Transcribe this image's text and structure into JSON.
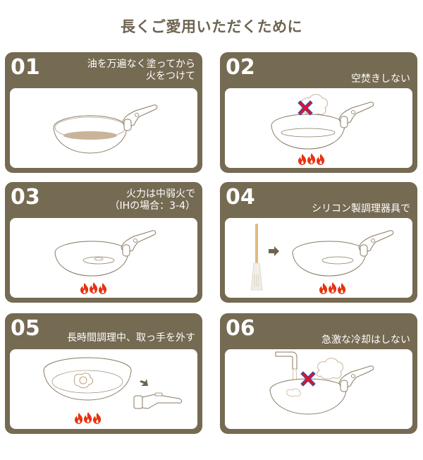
{
  "page": {
    "title": "長くご愛用いただくために"
  },
  "colors": {
    "card_brown": "#756a52",
    "title_brown": "#6e6450",
    "pan_line": "#8a7a62",
    "oil": "#c9b49a",
    "flame_red": "#e8320f",
    "x_red": "#e8102a",
    "x_outline": "#2a4fb0"
  },
  "cards": [
    {
      "number": "01",
      "caption": "油を万遍なく塗ってから\n火をつけて",
      "illustration": "pan-with-oil"
    },
    {
      "number": "02",
      "caption": "空焚きしない",
      "illustration": "empty-pan-on-flame-with-x"
    },
    {
      "number": "03",
      "caption": "火力は中弱火で\n（IHの場合：3-4）",
      "illustration": "pan-on-low-flame"
    },
    {
      "number": "04",
      "caption": "シリコン製調理器具で",
      "illustration": "silicone-spatula-arrow-pan"
    },
    {
      "number": "05",
      "caption": "長時間調理中、取っ手を外す",
      "illustration": "pan-with-egg-handle-removed"
    },
    {
      "number": "06",
      "caption": "急激な冷却はしない",
      "illustration": "water-on-hot-pan-with-x"
    }
  ]
}
